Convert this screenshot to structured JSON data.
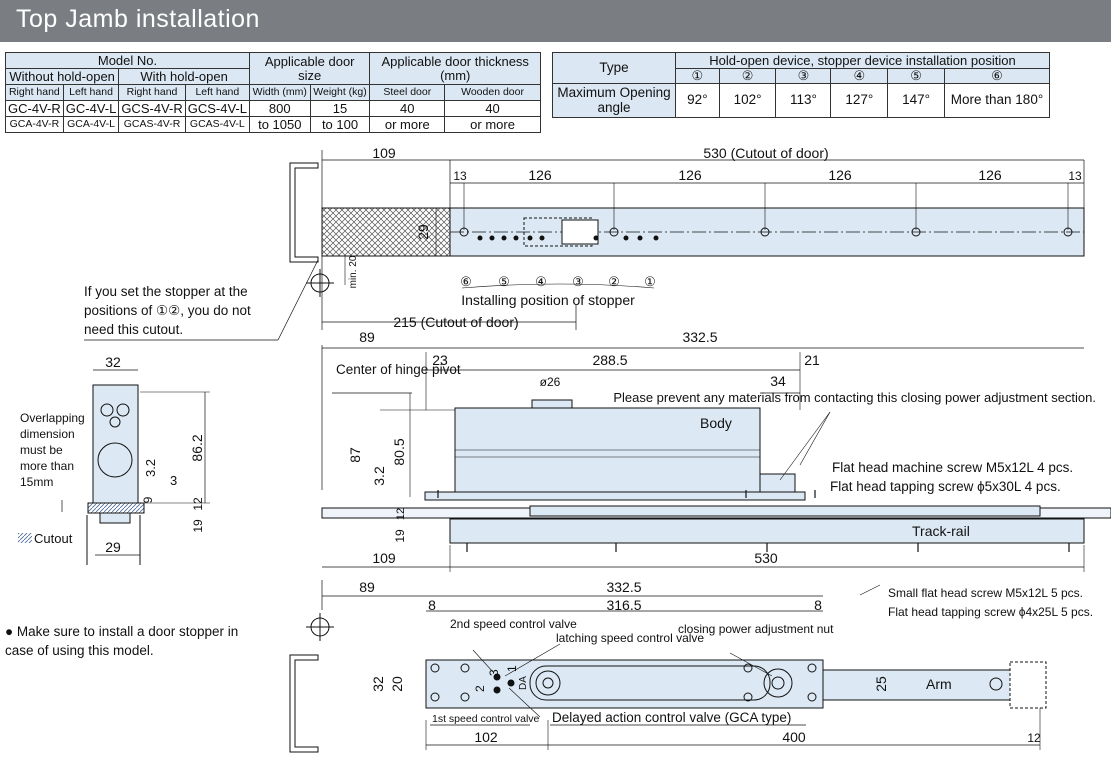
{
  "title": "Top Jamb installation",
  "model_table": {
    "h_model": "Model No.",
    "h_without": "Without hold-open",
    "h_with": "With hold-open",
    "h_size": "Applicable door size",
    "h_thick": "Applicable door thickness (mm)",
    "h_right": "Right hand",
    "h_left": "Left hand",
    "h_width": "Width (mm)",
    "h_weight": "Weight (kg)",
    "h_steel": "Steel door",
    "h_wood": "Wooden door",
    "rows": [
      [
        "GC-4V-R",
        "GC-4V-L",
        "GCS-4V-R",
        "GCS-4V-L",
        "800",
        "15",
        "40",
        "40"
      ],
      [
        "GCA-4V-R",
        "GCA-4V-L",
        "GCAS-4V-R",
        "GCAS-4V-L",
        "to 1050",
        "to 100",
        "or more",
        "or more"
      ]
    ]
  },
  "position_table": {
    "h_type": "Type",
    "h_pos": "Hold-open device, stopper device installation position",
    "positions": [
      "①",
      "②",
      "③",
      "④",
      "⑤",
      "⑥"
    ],
    "row_label": "Maximum Opening angle",
    "angles": [
      "92°",
      "102°",
      "113°",
      "127°",
      "147°",
      "More than 180°"
    ]
  },
  "notes": {
    "stopper_cutout": "If you set the stopper at the positions of ①②, you do not need this cutout.",
    "overlap": "Overlapping dimension must be more than 15mm",
    "cutout_legend": "Cutout",
    "door_stopper": "Make sure to install a door stopper in case of using this model."
  },
  "labels": {
    "installing_position": "Installing position of stopper",
    "center_hinge": "Center of hinge pivot",
    "body": "Body",
    "track_rail": "Track-rail",
    "arm": "Arm",
    "prevent": "Please prevent any materials from contacting this closing power adjustment section.",
    "screw1": "Flat head machine screw M5x12L 4 pcs.",
    "screw2": "Flat head tapping screw ϕ5x30L 4 pcs.",
    "screw3": "Small flat head screw M5x12L 5 pcs.",
    "screw4": "Flat head tapping screw ϕ4x25L 5 pcs.",
    "valve2": "2nd speed control valve",
    "latching": "latching speed control valve",
    "closing_nut": "closing power adjustment nut",
    "valve1": "1st speed control valve",
    "delayed": "Delayed action control valve (GCA type)",
    "valve_nums": [
      "2",
      "3",
      "1",
      "DA"
    ]
  },
  "dims": {
    "d109": "109",
    "d530cut": "530 (Cutout of door)",
    "d13": "13",
    "d126": "126",
    "d29": "29",
    "dmin20": "min. 20",
    "d215": "215 (Cutout of door)",
    "d89": "89",
    "d332": "332.5",
    "d23": "23",
    "d288": "288.5",
    "d21": "21",
    "d26": "ø26",
    "d34": "34",
    "d87": "87",
    "d805": "80.5",
    "d32v": "3.2",
    "d19": "19",
    "d12": "12",
    "d530": "530",
    "d8": "8",
    "d3165": "316.5",
    "d32": "32",
    "d20": "20",
    "d25": "25",
    "d102": "102",
    "d400": "400",
    "s32": "32",
    "s862": "86.2",
    "s32b": "3.2",
    "s3": "3",
    "s9": "9",
    "s12": "12",
    "s19": "19",
    "s29": "29"
  }
}
